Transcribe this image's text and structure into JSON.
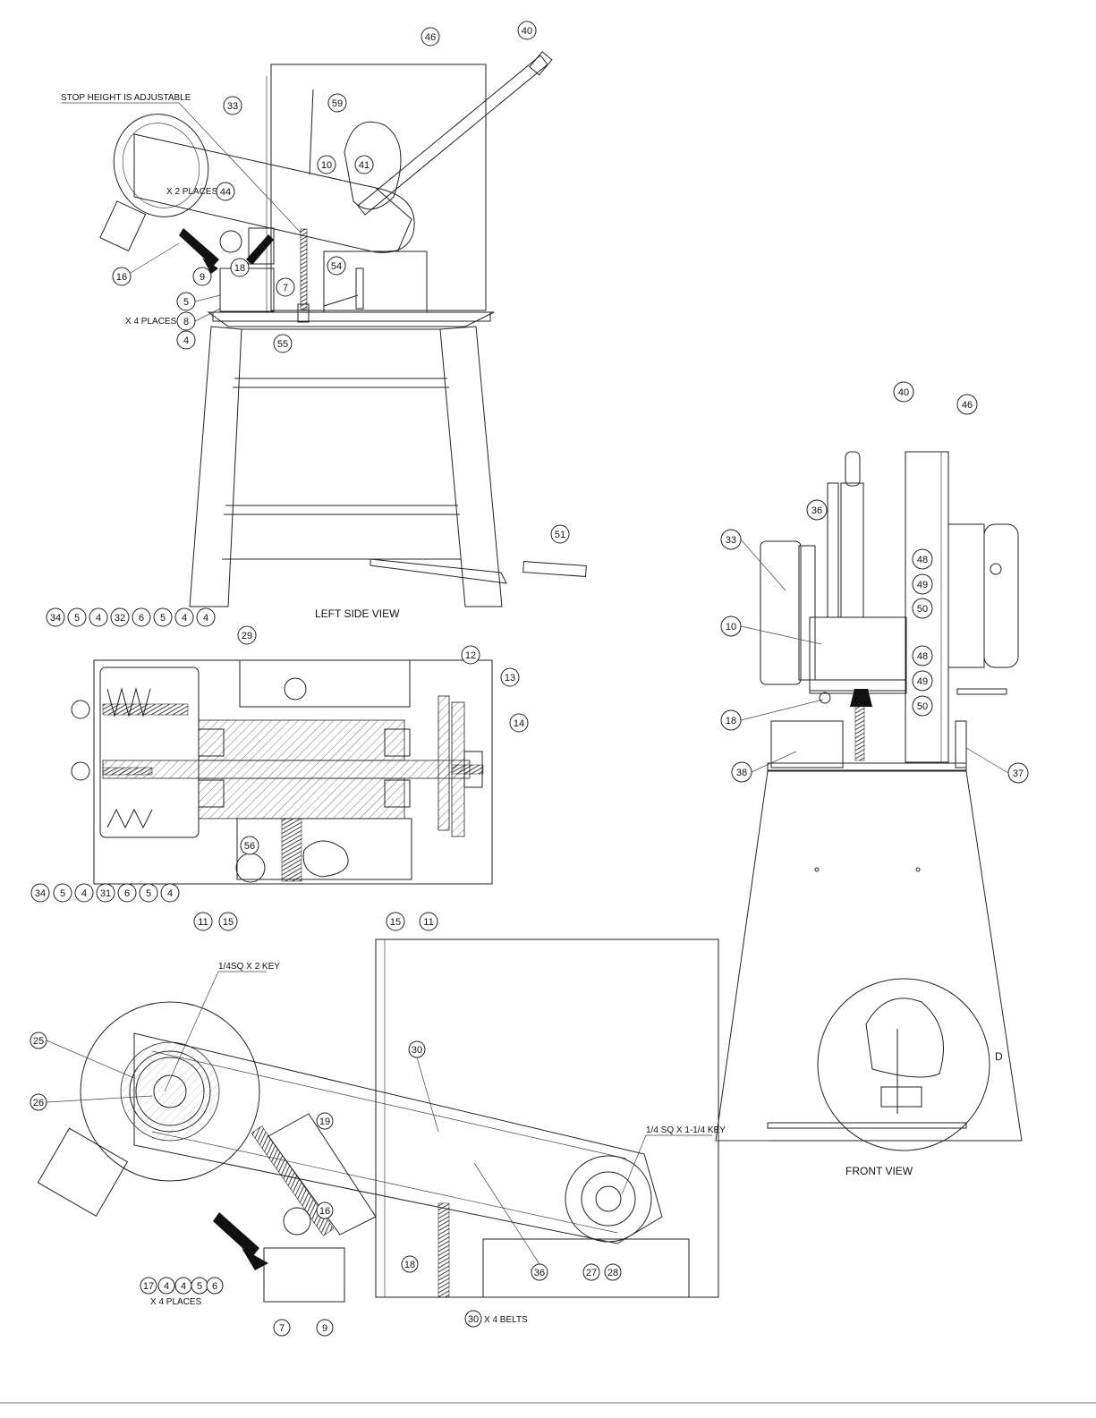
{
  "views": {
    "left_side": {
      "title": "LEFT SIDE VIEW",
      "notes": [
        "STOP HEIGHT IS ADJUSTABLE",
        "X 2 PLACES",
        "X 4 PLACES"
      ],
      "balloons": [
        "46",
        "40",
        "59",
        "33",
        "10",
        "41",
        "44",
        "16",
        "9",
        "18",
        "7",
        "54",
        "5",
        "8",
        "4",
        "55",
        "51"
      ]
    },
    "front": {
      "title": "FRONT VIEW",
      "balloons": [
        "40",
        "46",
        "36",
        "33",
        "48",
        "49",
        "50",
        "10",
        "48",
        "49",
        "50",
        "18",
        "38",
        "37"
      ],
      "letter": "D"
    },
    "section": {
      "balloons_top": [
        "34",
        "5",
        "4",
        "32",
        "6",
        "5",
        "4",
        "4",
        "29",
        "12",
        "13",
        "14"
      ],
      "balloons_bottom": [
        "34",
        "5",
        "4",
        "31",
        "6",
        "5",
        "4",
        "11",
        "15",
        "15",
        "11",
        "56"
      ]
    },
    "detail": {
      "notes": [
        "1/4SQ X 2 KEY",
        "1/4 SQ X 1-1/4 KEY",
        "X 4 PLACES",
        "X 4 BELTS"
      ],
      "balloons": [
        "25",
        "26",
        "30",
        "19",
        "16",
        "17",
        "4",
        "4",
        "5",
        "6",
        "7",
        "9",
        "18",
        "30",
        "36",
        "27",
        "28"
      ]
    }
  }
}
